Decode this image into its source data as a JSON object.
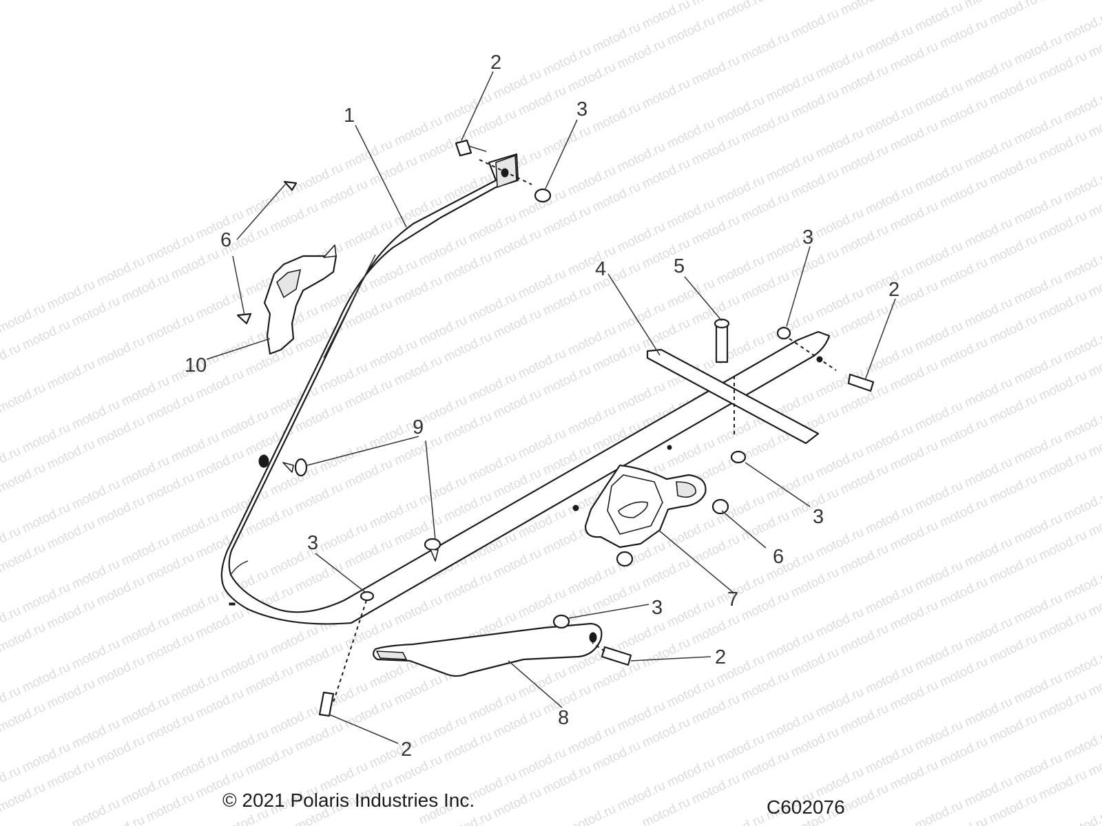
{
  "watermark": {
    "text": "motod.ru",
    "color": "#dcdcdc"
  },
  "callouts": [
    {
      "id": "c-1",
      "label": "1"
    },
    {
      "id": "c-2a",
      "label": "2"
    },
    {
      "id": "c-3a",
      "label": "3"
    },
    {
      "id": "c-6a",
      "label": "6"
    },
    {
      "id": "c-10",
      "label": "10"
    },
    {
      "id": "c-4",
      "label": "4"
    },
    {
      "id": "c-5",
      "label": "5"
    },
    {
      "id": "c-3b",
      "label": "3"
    },
    {
      "id": "c-2b",
      "label": "2"
    },
    {
      "id": "c-9",
      "label": "9"
    },
    {
      "id": "c-3c",
      "label": "3"
    },
    {
      "id": "c-6b",
      "label": "6"
    },
    {
      "id": "c-7",
      "label": "7"
    },
    {
      "id": "c-3d",
      "label": "3"
    },
    {
      "id": "c-3e",
      "label": "3"
    },
    {
      "id": "c-2c",
      "label": "2"
    },
    {
      "id": "c-8",
      "label": "8"
    },
    {
      "id": "c-2d",
      "label": "2"
    }
  ],
  "footer": {
    "copyright": "© 2021 Polaris Industries Inc.",
    "figure_code": "C602076"
  },
  "icons": [
    "bolt-icon",
    "nut-icon",
    "clip-icon",
    "push-rivet-icon"
  ]
}
